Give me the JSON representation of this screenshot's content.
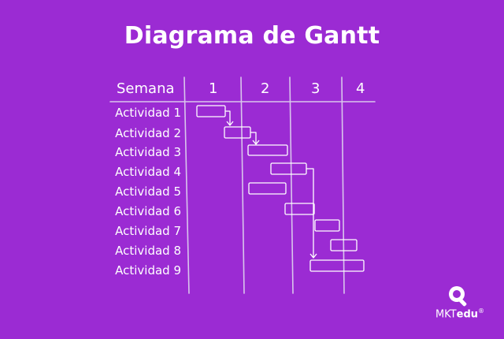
{
  "title": "Diagrama de Gantt",
  "header": {
    "week_label": "Semana",
    "weeks": [
      "1",
      "2",
      "3",
      "4"
    ]
  },
  "activities": [
    "Actividad 1",
    "Actividad 2",
    "Actividad 3",
    "Actividad 4",
    "Actividad 5",
    "Actividad 6",
    "Actividad 7",
    "Actividad 8",
    "Actividad 9"
  ],
  "logo": {
    "prefix": "MKT",
    "suffix": "edu",
    "mark": "®"
  },
  "colors": {
    "background": "#9b2bd3",
    "lines": "#d9c5ec"
  }
}
